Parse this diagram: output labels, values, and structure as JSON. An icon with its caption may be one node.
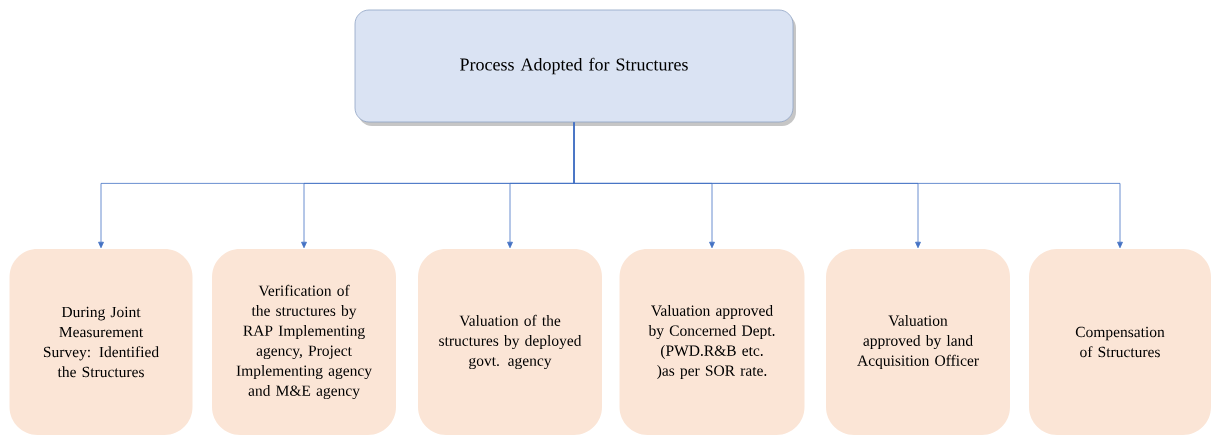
{
  "diagram": {
    "nodes": [
      {
        "text": [
          "Process Adopted for Structures"
        ]
      },
      {
        "text": [
          "During Joint Measurement Survey: Identified the Structures"
        ]
      },
      {
        "text": [
          "Verification of the structures by RAP Implementing agency, Project Implementing agency and M&E agency"
        ]
      },
      {
        "text": [
          "Valuation of the structures by deployed govt. agency"
        ]
      },
      {
        "text": [
          "Valuation approved by Concerned Dept. (PWD.R&B etc. )as per SOR rate."
        ]
      },
      {
        "text": [
          "Valuation approved by land Acquisition Officer"
        ]
      },
      {
        "text": [
          "Compensation of Structures"
        ]
      }
    ],
    "edges": [
      {
        "from": 0,
        "to": 1,
        "arrow": "to"
      },
      {
        "from": 0,
        "to": 2,
        "arrow": "to"
      },
      {
        "from": 0,
        "to": 3,
        "arrow": "to"
      },
      {
        "from": 0,
        "to": 4,
        "arrow": "to"
      },
      {
        "from": 0,
        "to": 5,
        "arrow": "to"
      },
      {
        "from": 0,
        "to": 6,
        "arrow": "to"
      }
    ]
  }
}
